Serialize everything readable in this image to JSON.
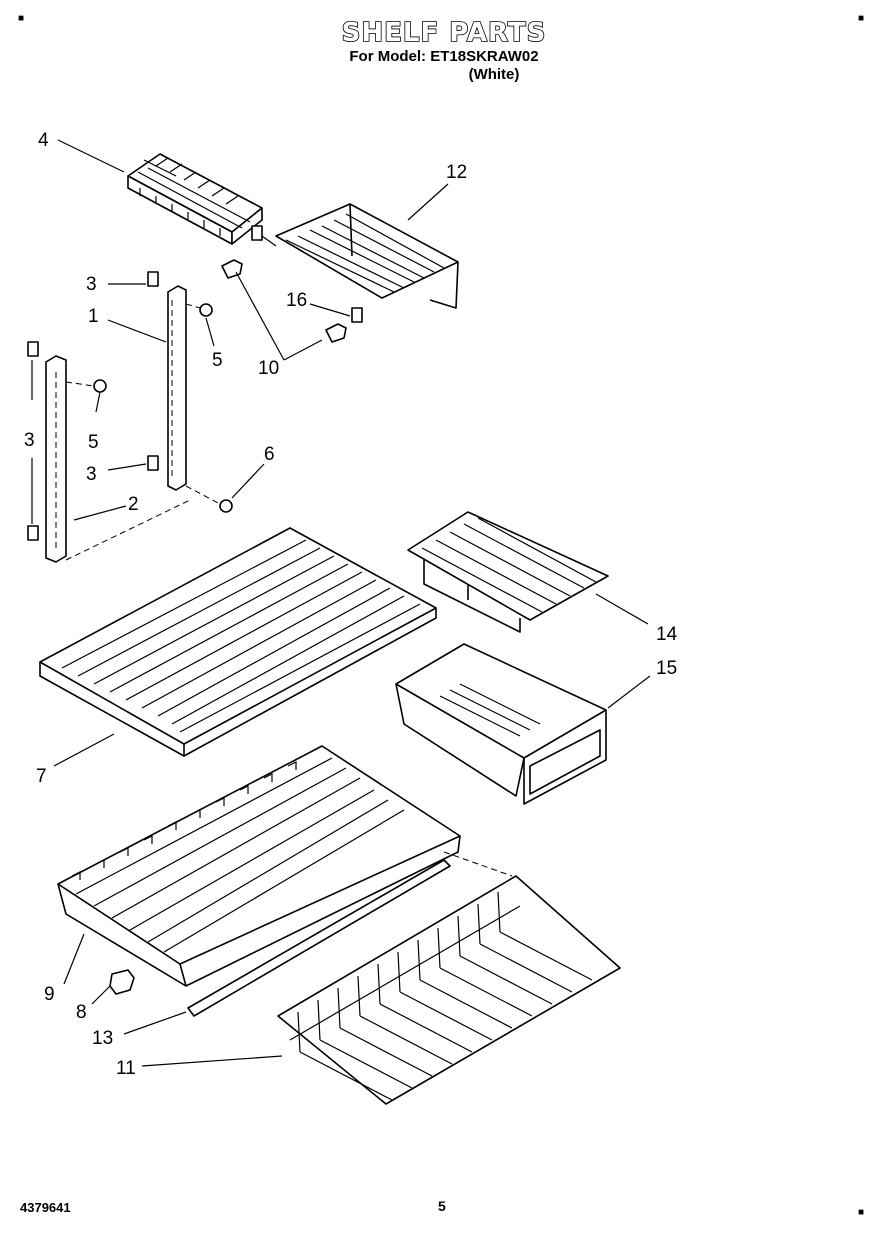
{
  "header": {
    "title": "SHELF PARTS",
    "model_line": "For Model: ET18SKRAW02",
    "color_note": "(White)"
  },
  "footer": {
    "doc_number": "4379641",
    "page_number": "5"
  },
  "callouts": {
    "c1": "1",
    "c2": "2",
    "c3a": "3",
    "c3b": "3",
    "c3c": "3",
    "c4": "4",
    "c5a": "5",
    "c5b": "5",
    "c6": "6",
    "c7": "7",
    "c8": "8",
    "c9": "9",
    "c10": "10",
    "c11": "11",
    "c12": "12",
    "c13": "13",
    "c14": "14",
    "c15": "15",
    "c16": "16"
  }
}
